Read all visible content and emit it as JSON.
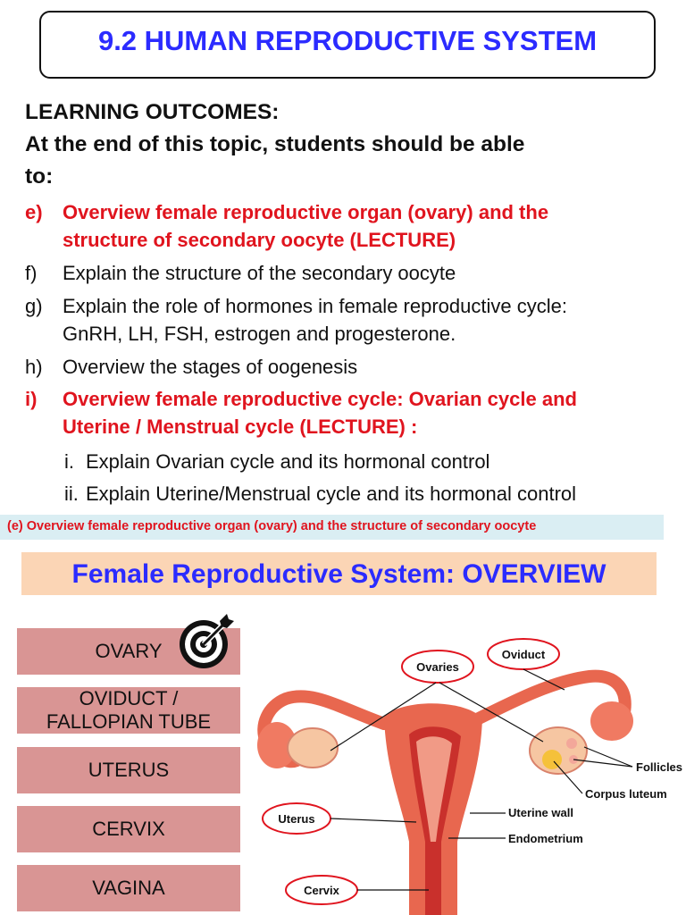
{
  "title": "9.2 HUMAN REPRODUCTIVE SYSTEM",
  "learning_outcomes": {
    "heading": "LEARNING OUTCOMES:",
    "intro_line1": "At the end of this topic, students should be able",
    "intro_line2": "to:",
    "items": [
      {
        "letter": "e)",
        "lines": [
          "Overview female reproductive organ (ovary) and the",
          "structure of secondary oocyte (LECTURE)"
        ]
      },
      {
        "letter": "f)",
        "lines": [
          "Explain the structure of the secondary oocyte"
        ]
      },
      {
        "letter": "g)",
        "lines": [
          "Explain the role of hormones in female reproductive cycle:",
          "GnRH, LH, FSH, estrogen and progesterone."
        ]
      },
      {
        "letter": "h)",
        "lines": [
          "Overview the stages of oogenesis"
        ]
      },
      {
        "letter": "i)",
        "lines": [
          "Overview female reproductive cycle: Ovarian cycle and",
          "Uterine / Menstrual cycle (LECTURE) :"
        ]
      }
    ],
    "subitems": [
      {
        "num": "i.",
        "text": "Explain Ovarian cycle and its hormonal control"
      },
      {
        "num": "ii.",
        "text": "Explain Uterine/Menstrual cycle and its hormonal control"
      }
    ]
  },
  "section_strip": "(e) Overview female reproductive organ (ovary) and the structure of secondary oocyte",
  "banner": "Female Reproductive System: OVERVIEW",
  "parts": [
    {
      "lines": [
        "OVARY"
      ]
    },
    {
      "lines": [
        "OVIDUCT /",
        "FALLOPIAN TUBE"
      ]
    },
    {
      "lines": [
        "UTERUS"
      ]
    },
    {
      "lines": [
        "CERVIX"
      ]
    },
    {
      "lines": [
        "VAGINA"
      ]
    }
  ],
  "diagram_labels": {
    "ovaries": "Ovaries",
    "oviduct": "Oviduct",
    "follicles": "Follicles",
    "corpus_luteum": "Corpus luteum",
    "uterine_wall": "Uterine wall",
    "endometrium": "Endometrium",
    "uterus": "Uterus",
    "cervix": "Cervix"
  },
  "icons": {
    "target": "target-icon"
  },
  "colors": {
    "title_blue": "#2b2bff",
    "highlight_red": "#e0141e",
    "part_pink": "#d99594",
    "banner_peach": "#fbd5b5",
    "strip_blue": "#daeef3"
  }
}
